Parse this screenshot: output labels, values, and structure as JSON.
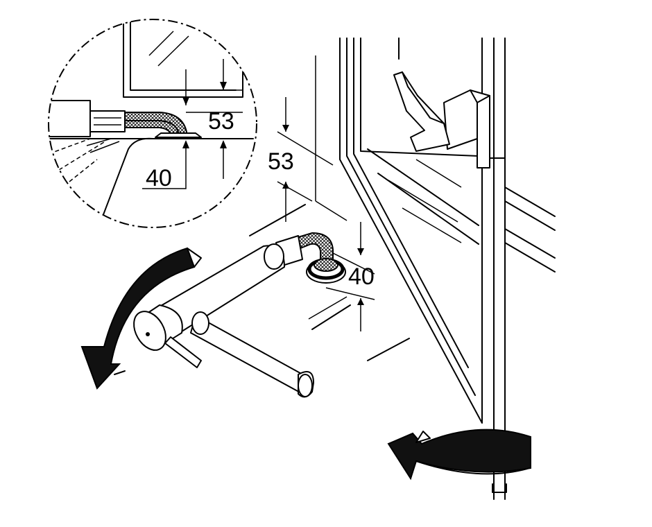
{
  "labels": {
    "detail_height": "53",
    "detail_diameter": "40",
    "main_height": "53",
    "main_diameter": "40"
  },
  "colors": {
    "line": "#000000",
    "background": "#ffffff"
  },
  "icons": {
    "tap_rotation_arrow": "curved-arrow-icon",
    "cabinet_rotation_arrow": "curved-arrow-icon"
  }
}
